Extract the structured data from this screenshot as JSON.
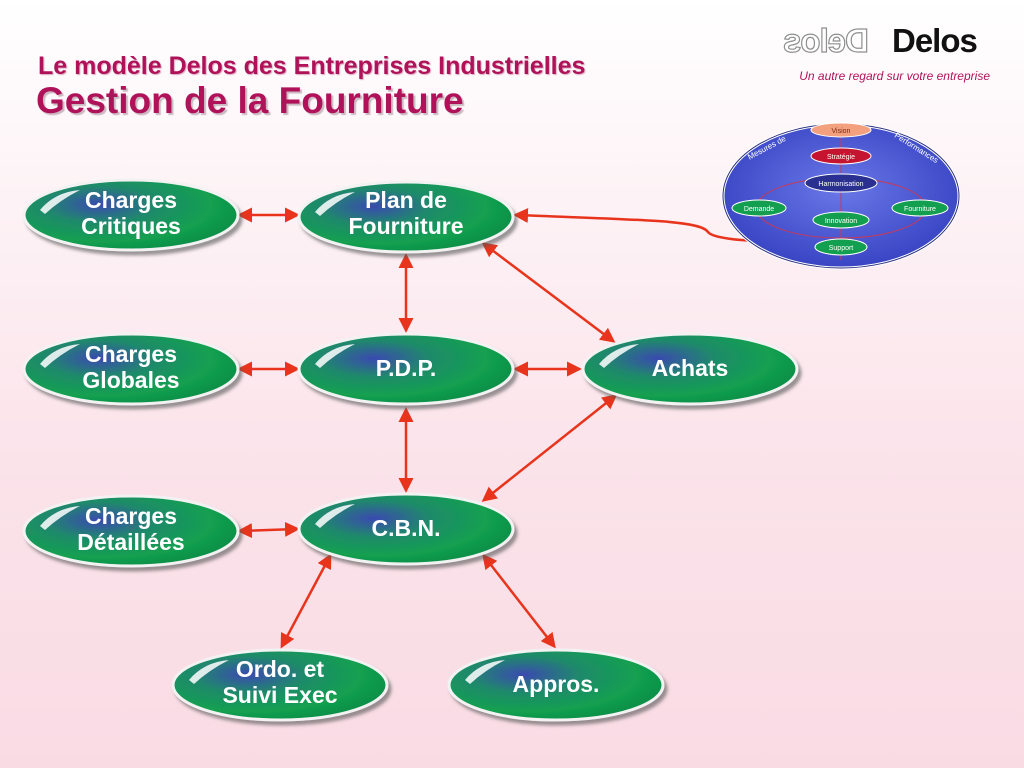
{
  "header": {
    "title_line1": "Le modèle Delos des Entreprises Industrielles",
    "title_line2": "Gestion de la Fourniture"
  },
  "logo": {
    "name": "Delos",
    "tagline": "Un autre regard sur votre entreprise"
  },
  "nodes": {
    "charges_critiques": [
      "Charges",
      "Critiques"
    ],
    "plan_fourniture": [
      "Plan de",
      "Fourniture"
    ],
    "charges_globales": [
      "Charges",
      "Globales"
    ],
    "pdp": [
      "P.D.P."
    ],
    "achats": [
      "Achats"
    ],
    "charges_detaillees": [
      "Charges",
      "Détaillées"
    ],
    "cbn": [
      "C.B.N."
    ],
    "ordo": [
      "Ordo. et",
      "Suivi Exec"
    ],
    "appros": [
      "Appros."
    ]
  },
  "mini_model": {
    "vision": "Vision",
    "strategie": "Stratégie",
    "harmonisation": "Harmonisation",
    "demande": "Demande",
    "innovation": "Innovation",
    "fourniture": "Fourniture",
    "support": "Support",
    "mesures": "Mesures de",
    "performances": "Performances"
  },
  "colors": {
    "title": "#b0125a",
    "node_green": "#12a050",
    "arrow": "#e8341c",
    "model_blue": "#4450cc"
  }
}
